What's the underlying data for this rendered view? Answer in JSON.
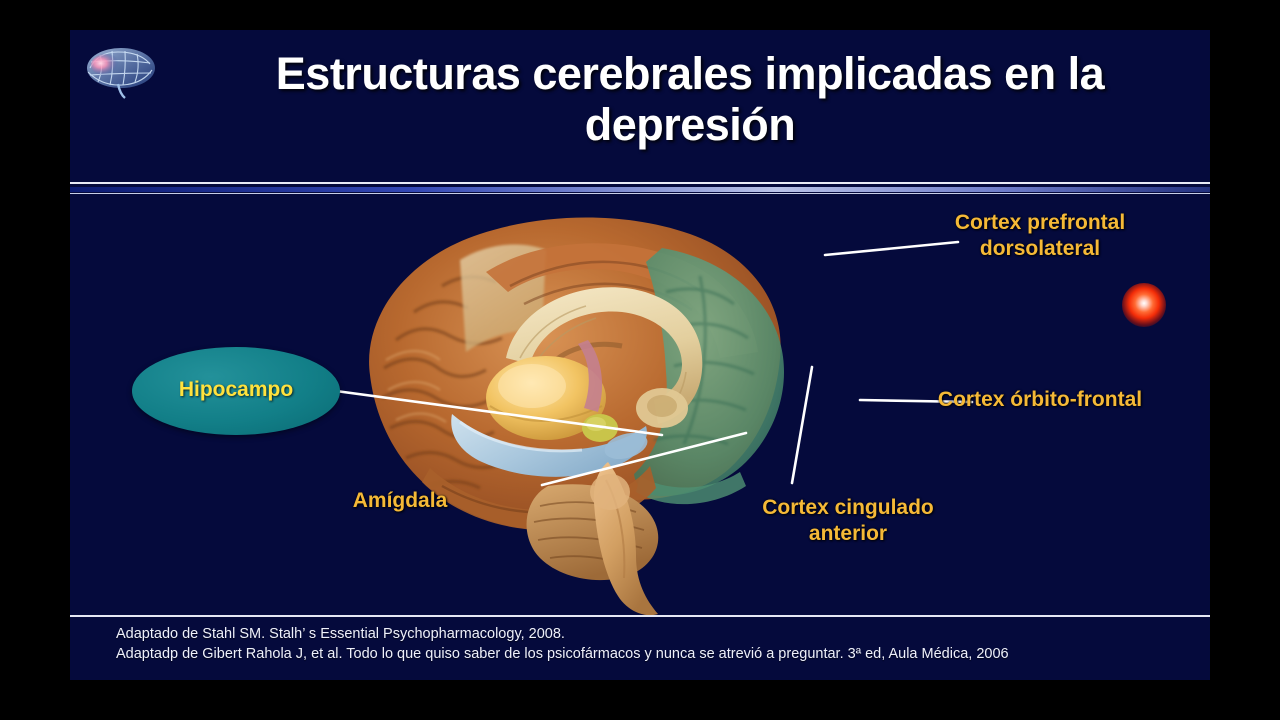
{
  "slide": {
    "background_color": "#050a3c",
    "letterbox_color": "#000000"
  },
  "header": {
    "logo_icon": "brain-logo-icon",
    "title": "Estructuras cerebrales implicadas en la depresión",
    "title_color": "#ffffff"
  },
  "labels": {
    "accent_color": "#f5b937",
    "dlpfc": "Cortex prefrontal\ndorsolateral",
    "orbitofrontal": "Cortex órbito-frontal",
    "cingulado": "Cortex cingulado\nanterior",
    "amigdala": "Amígdala",
    "hipocampo": "Hipocampo",
    "hipocampo_fill": "#127f88",
    "hipocampo_text_color": "#ffe23d"
  },
  "pointer": {
    "icon": "laser-pointer-dot",
    "color": "#f42d08"
  },
  "figure": {
    "name": "mid-sagittal-brain-illustration",
    "regions": [
      {
        "name": "prefrontal-dorsolateral-highlight",
        "color": "#5f9e7e"
      },
      {
        "name": "cortex-gyri",
        "color": "#b3672f"
      },
      {
        "name": "corpus-callosum",
        "color": "#e8d6a8"
      },
      {
        "name": "thalamus",
        "color": "#f2c463"
      },
      {
        "name": "hippocampus",
        "color": "#aac8de"
      },
      {
        "name": "brainstem",
        "color": "#d9a469"
      },
      {
        "name": "cerebellum",
        "color": "#c08c52"
      },
      {
        "name": "pituitary",
        "color": "#d9a0a8"
      },
      {
        "name": "hypothalamus",
        "color": "#c9c44a"
      }
    ]
  },
  "footer": {
    "line1": "Adaptado de Stahl SM. Stalh’ s Essential Psychopharmacology, 2008.",
    "line2": "Adaptadp de Gibert Rahola J, et al. Todo lo que quiso saber de los psicofármacos y nunca se atrevió a preguntar. 3ª ed, Aula Médica, 2006"
  }
}
